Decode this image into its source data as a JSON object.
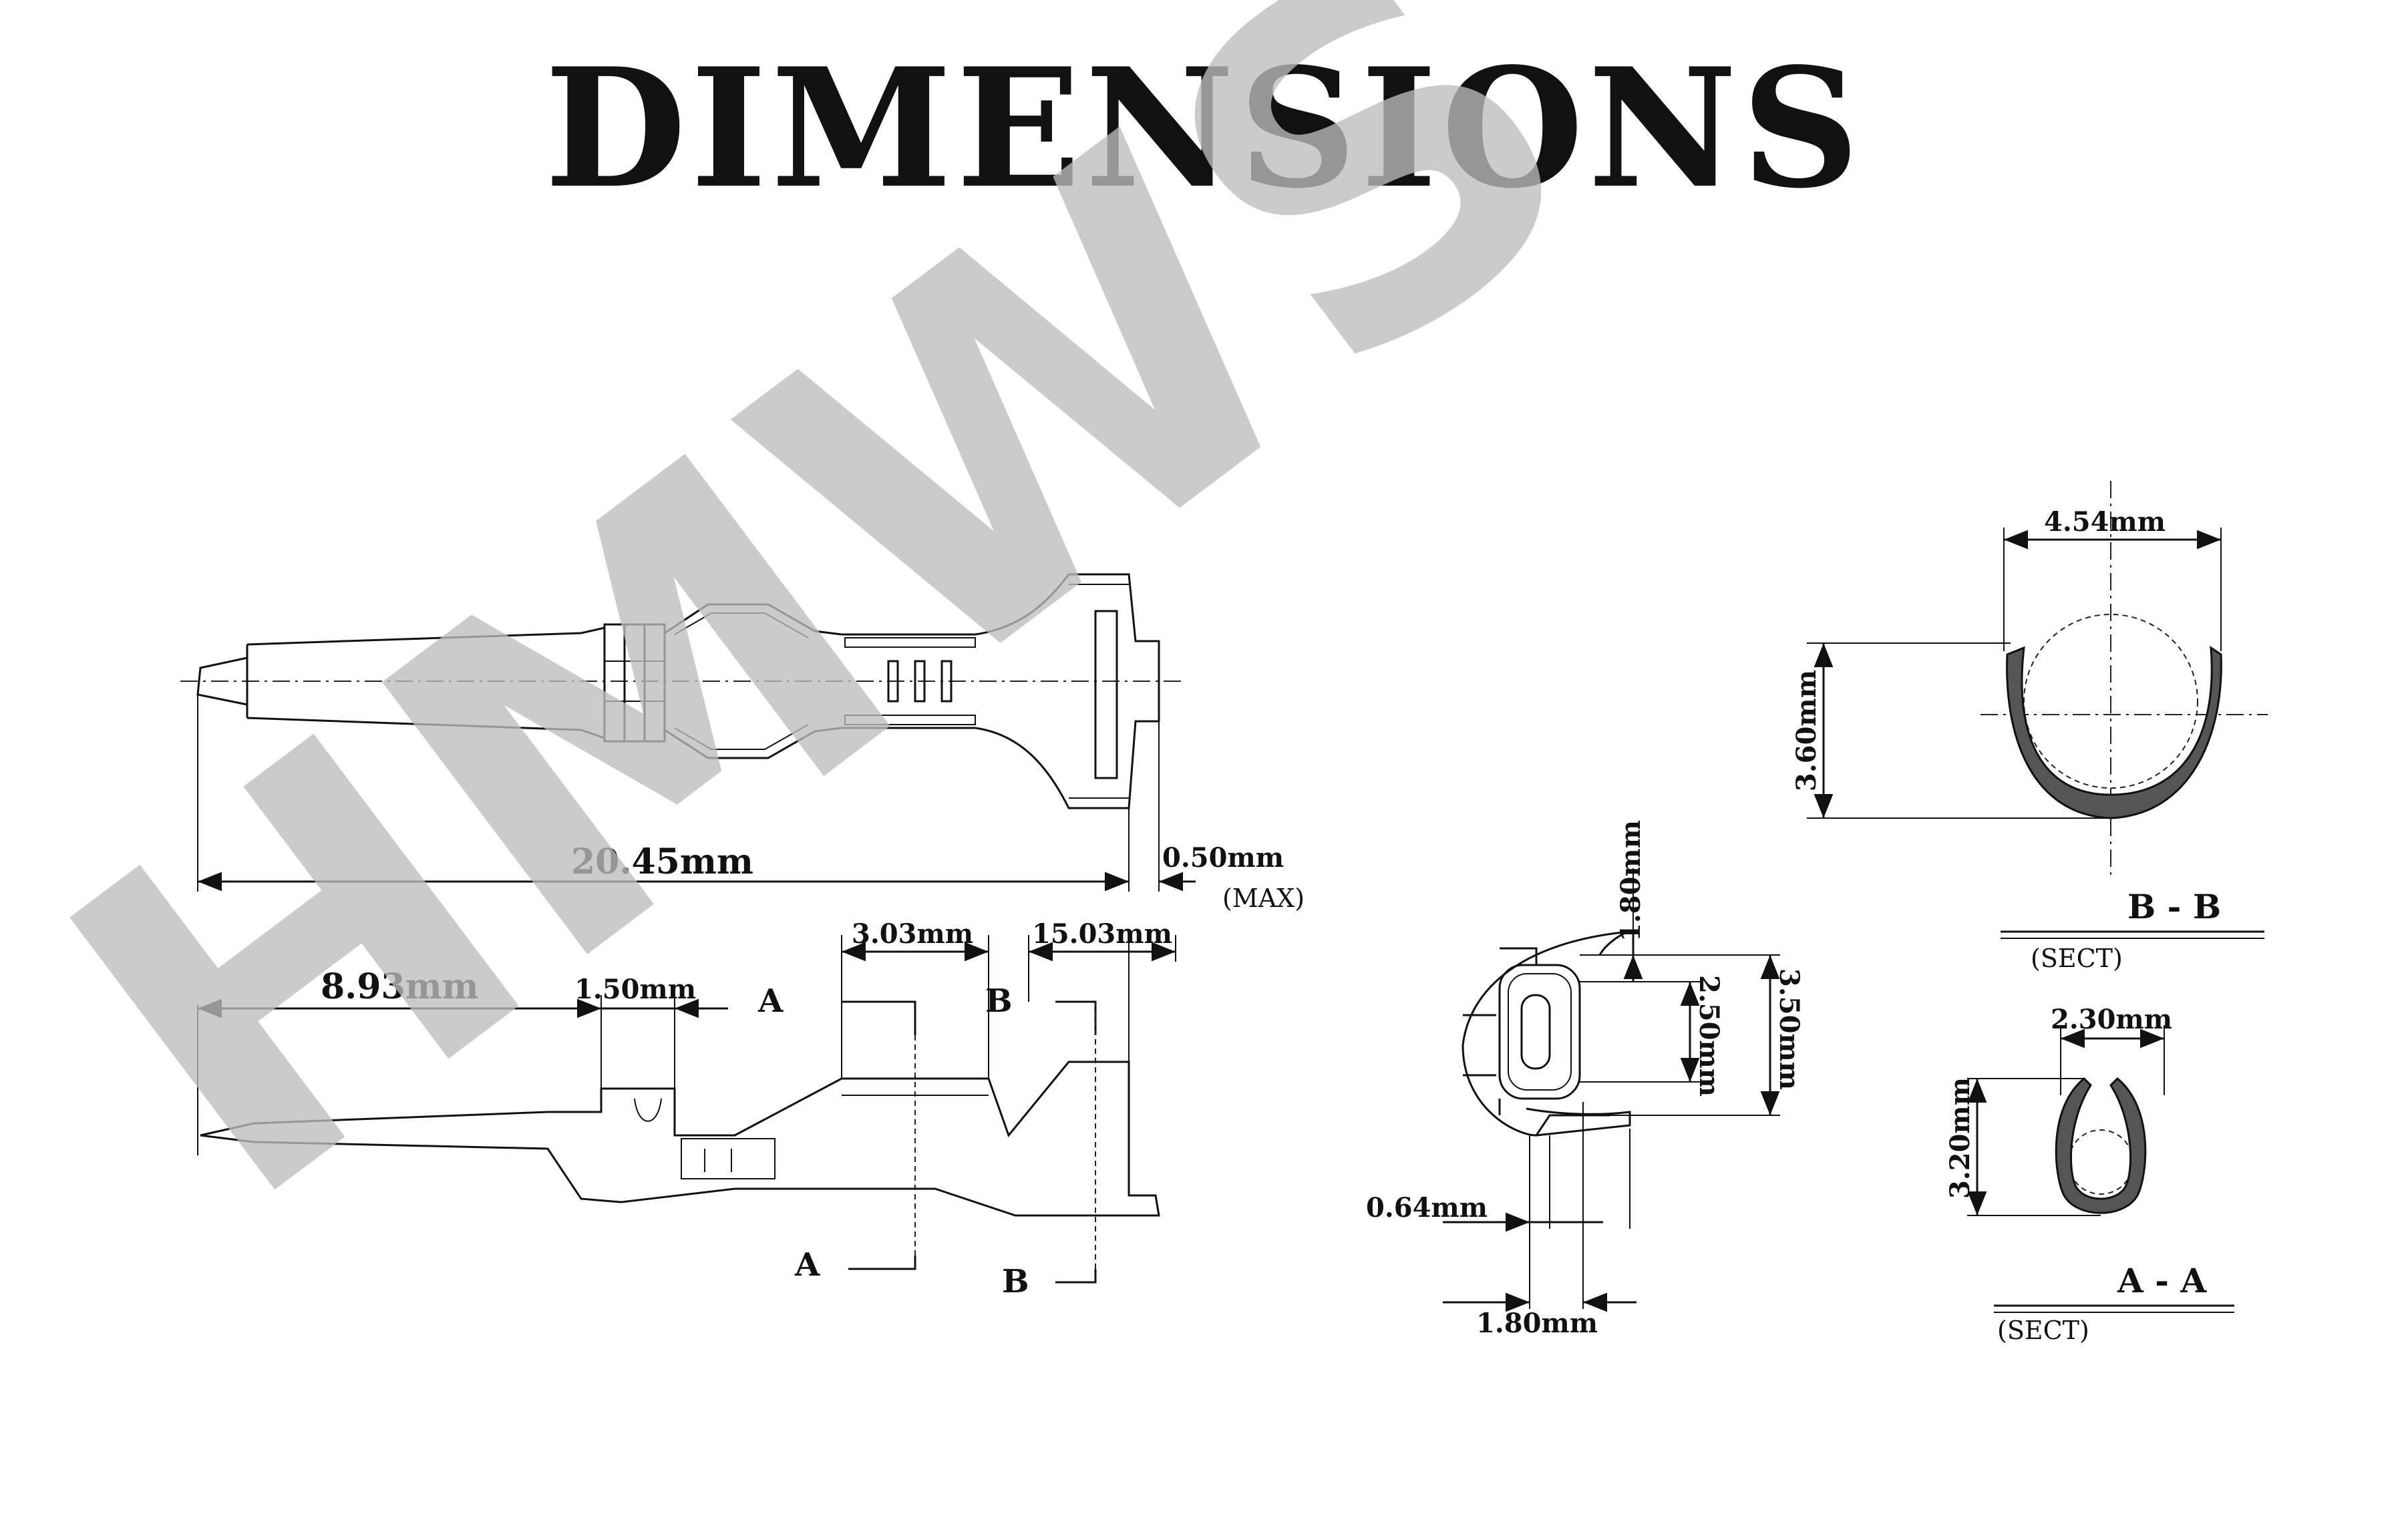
{
  "title": "DIMENSIONS",
  "watermark": "HMWS",
  "colors": {
    "ink": "#111111",
    "watermark": "#bdbdbd",
    "background": "#ffffff"
  },
  "side_view": {
    "overall_length": "20.45mm",
    "tip_thickness": "0.50mm",
    "tip_note": "(MAX)"
  },
  "profile_view": {
    "dim_a": "8.93mm",
    "dim_b": "1.50mm",
    "dim_c": "3.03mm",
    "dim_d": "15.03mm",
    "marker_a": "A",
    "marker_b": "B"
  },
  "front_view": {
    "dim_top": "1.80mm",
    "dim_inner": "2.50mm",
    "dim_outer": "3.50mm",
    "dim_wall": "0.64mm",
    "dim_width": "1.80mm"
  },
  "section_bb": {
    "width": "4.54mm",
    "height": "3.60mm",
    "label": "B - B",
    "note": "(SECT)"
  },
  "section_aa": {
    "width": "2.30mm",
    "height": "3.20mm",
    "label": "A - A",
    "note": "(SECT)"
  }
}
